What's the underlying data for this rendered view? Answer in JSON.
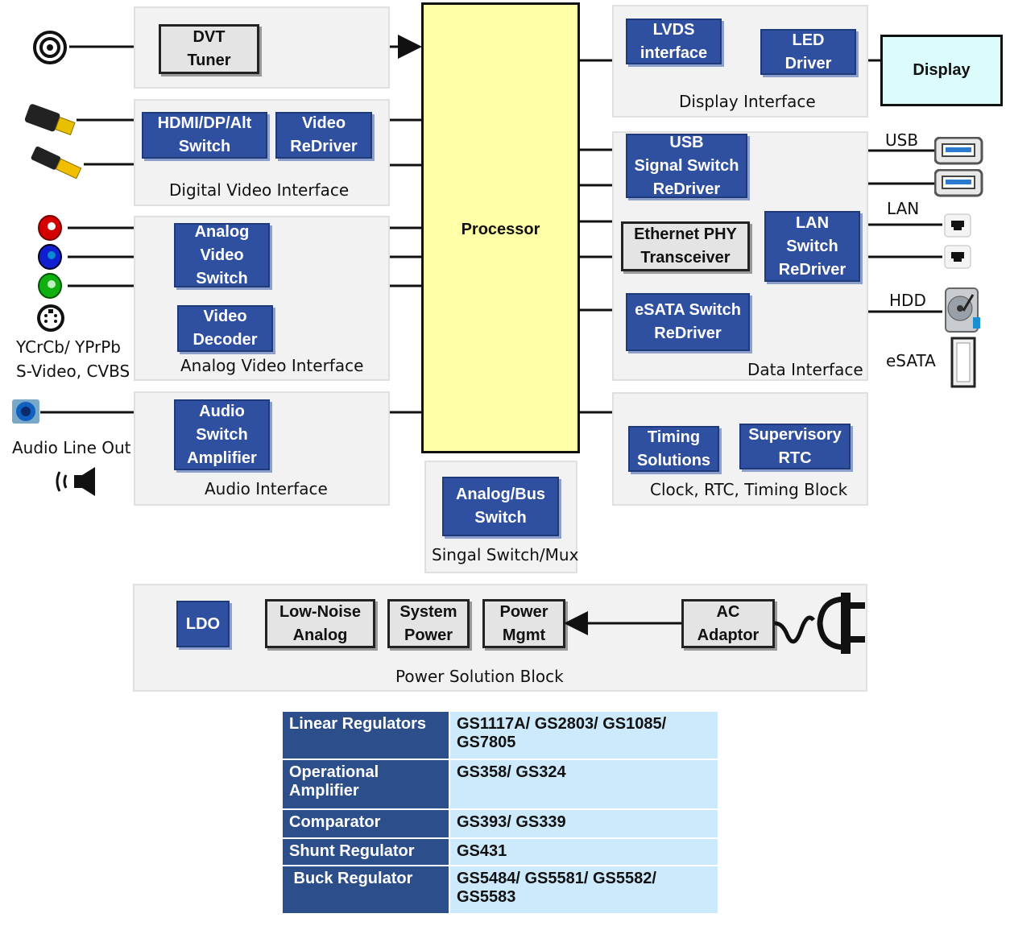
{
  "processor": "Processor",
  "display": "Display",
  "tuner": "DVT\nTuner",
  "digital_video": {
    "label": "Digital Video Interface",
    "hdmi_switch": "HDMI/DP/Alt\nSwitch",
    "video_redriver": "Video\nReDriver"
  },
  "analog_video": {
    "label": "Analog Video Interface",
    "switch": "Analog\nVideo\nSwitch",
    "decoder": "Video\nDecoder"
  },
  "audio": {
    "label": "Audio Interface",
    "amp": "Audio\nSwitch\nAmplifier"
  },
  "signal_switch": {
    "label": "Singal Switch/Mux",
    "box": "Analog/Bus\nSwitch"
  },
  "display_interface": {
    "label": "Display Interface",
    "lvds": "LVDS\ninterface",
    "led": "LED\nDriver"
  },
  "data_interface": {
    "label": "Data Interface",
    "usb": "USB\nSignal Switch\nReDriver",
    "eth": "Ethernet PHY\nTransceiver",
    "lan": "LAN\nSwitch\nReDriver",
    "esata": "eSATA Switch\nReDriver"
  },
  "clock": {
    "label": "Clock, RTC, Timing Block",
    "timing": "Timing\nSolutions",
    "supervisory": "Supervisory\nRTC"
  },
  "power": {
    "label": "Power Solution Block",
    "ldo": "LDO",
    "low_noise": "Low-Noise\nAnalog",
    "system": "System\nPower",
    "mgmt": "Power\nMgmt",
    "ac": "AC\nAdaptor"
  },
  "external": {
    "usb": "USB",
    "lan": "LAN",
    "hdd": "HDD",
    "esata": "eSATA",
    "ycrcb": "YCrCb/ YPrPb",
    "svideo": "S-Video, CVBS",
    "audio_out": "Audio Line Out"
  },
  "regulators": [
    {
      "category": "Linear Regulators",
      "parts": "GS1117A/ GS2803/ GS1085/ GS7805"
    },
    {
      "category": "Operational Amplifier",
      "parts": "GS358/ GS324"
    },
    {
      "category": "Comparator",
      "parts": "GS393/ GS339"
    },
    {
      "category": "Shunt Regulator",
      "parts": "GS431"
    },
    {
      "category": " Buck Regulator",
      "parts": "GS5484/ GS5581/ GS5582/ GS5583"
    }
  ]
}
